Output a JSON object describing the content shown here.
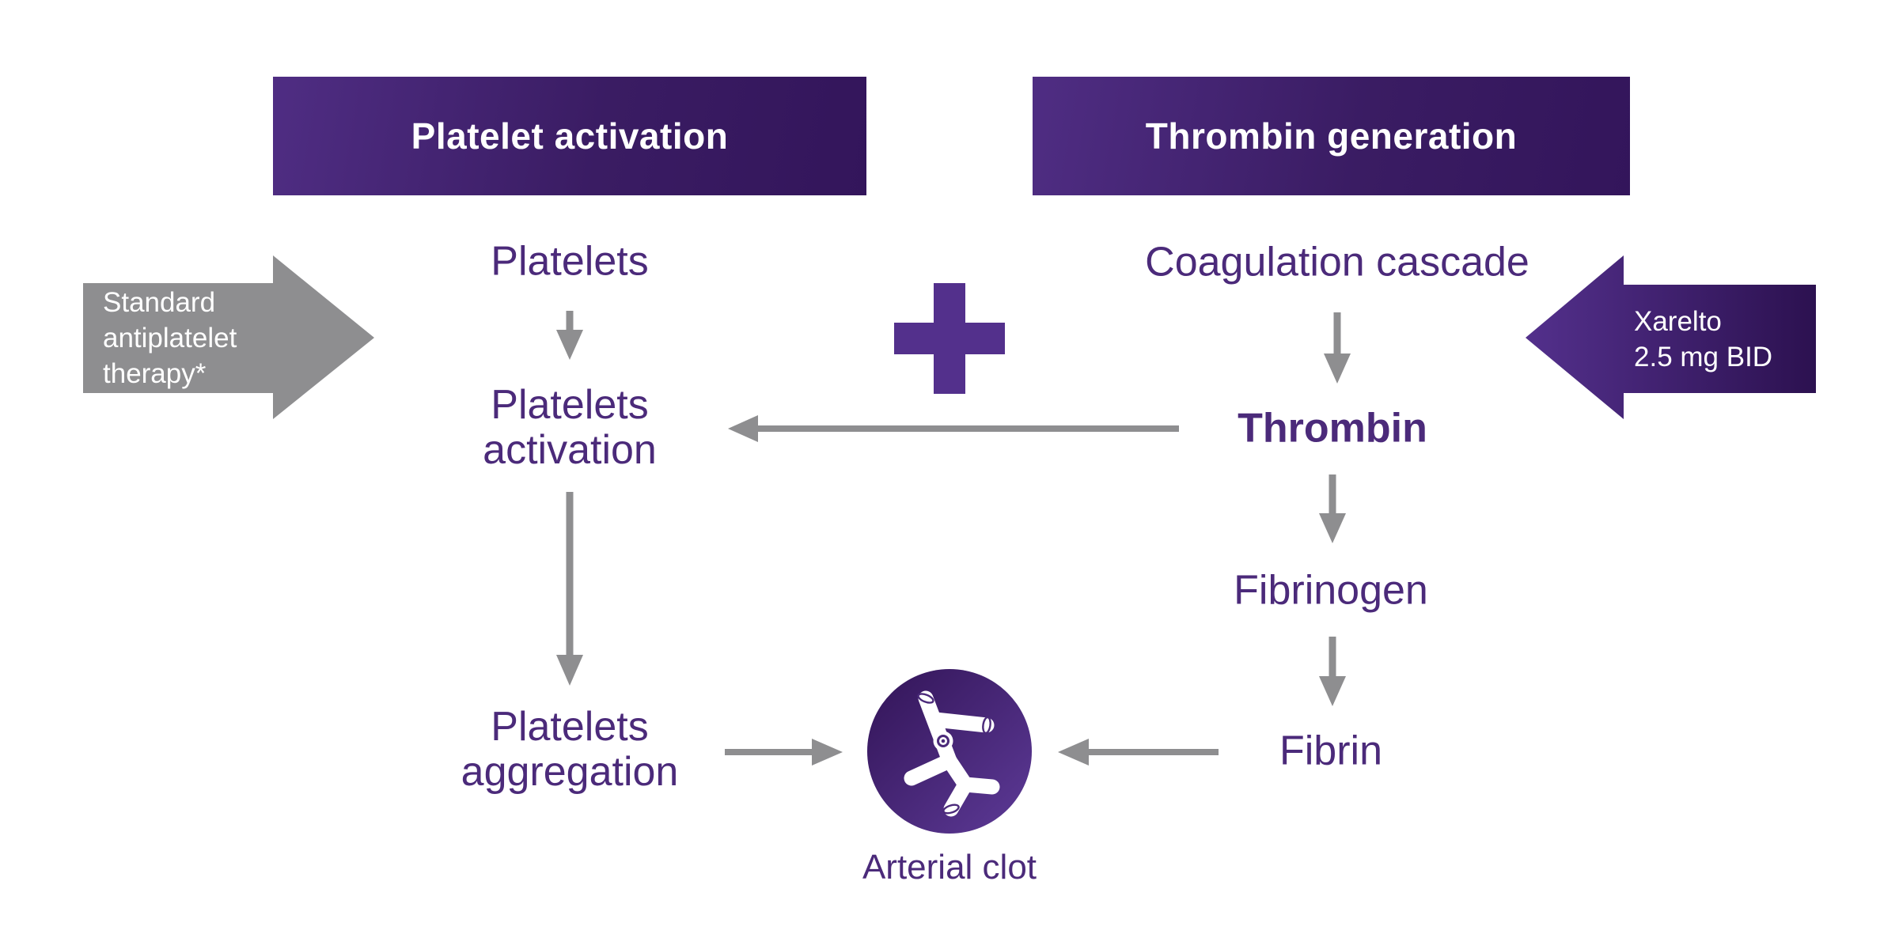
{
  "diagram": {
    "title_implicit": "Platelet activation and thrombin generation pathway",
    "headers": {
      "left": "Platelet activation",
      "right": "Thrombin generation"
    },
    "inputs": {
      "left_arrow_text": "Standard\nantiplatelet\ntherapy*",
      "right_arrow_text": "Xarelto\n2.5 mg BID"
    },
    "plus_symbol": "+",
    "nodes": {
      "platelets": "Platelets",
      "platelets_activation": "Platelets\nactivation",
      "platelets_aggregation": "Platelets\naggregation",
      "coagulation_cascade": "Coagulation cascade",
      "thrombin": "Thrombin",
      "fibrinogen": "Fibrinogen",
      "fibrin": "Fibrin",
      "arterial_clot": "Arterial clot"
    },
    "connections": [
      "Platelets -> Platelets activation",
      "Platelets activation -> Platelets aggregation",
      "Platelets aggregation -> Arterial clot",
      "Coagulation cascade -> Thrombin",
      "Thrombin -> Platelets activation",
      "Thrombin -> Fibrinogen",
      "Fibrinogen -> Fibrin",
      "Fibrin -> Arterial clot"
    ],
    "colors": {
      "header_gradient_light": "#4f2d83",
      "header_gradient_dark": "#33155b",
      "xarelto_arrow_light": "#53308c",
      "xarelto_arrow_dark": "#2c1150",
      "clot_circle_dark": "#321457",
      "clot_circle_light": "#5d3a97",
      "plus_purple": "#53308c",
      "text_purple": "#4b2a7a",
      "arrow_gray": "#8e8e90",
      "text_on_dark": "#ffffff"
    },
    "icons": {
      "plus": "plus-icon",
      "arterial_clot": "arterial-clot-vessel-icon"
    }
  }
}
